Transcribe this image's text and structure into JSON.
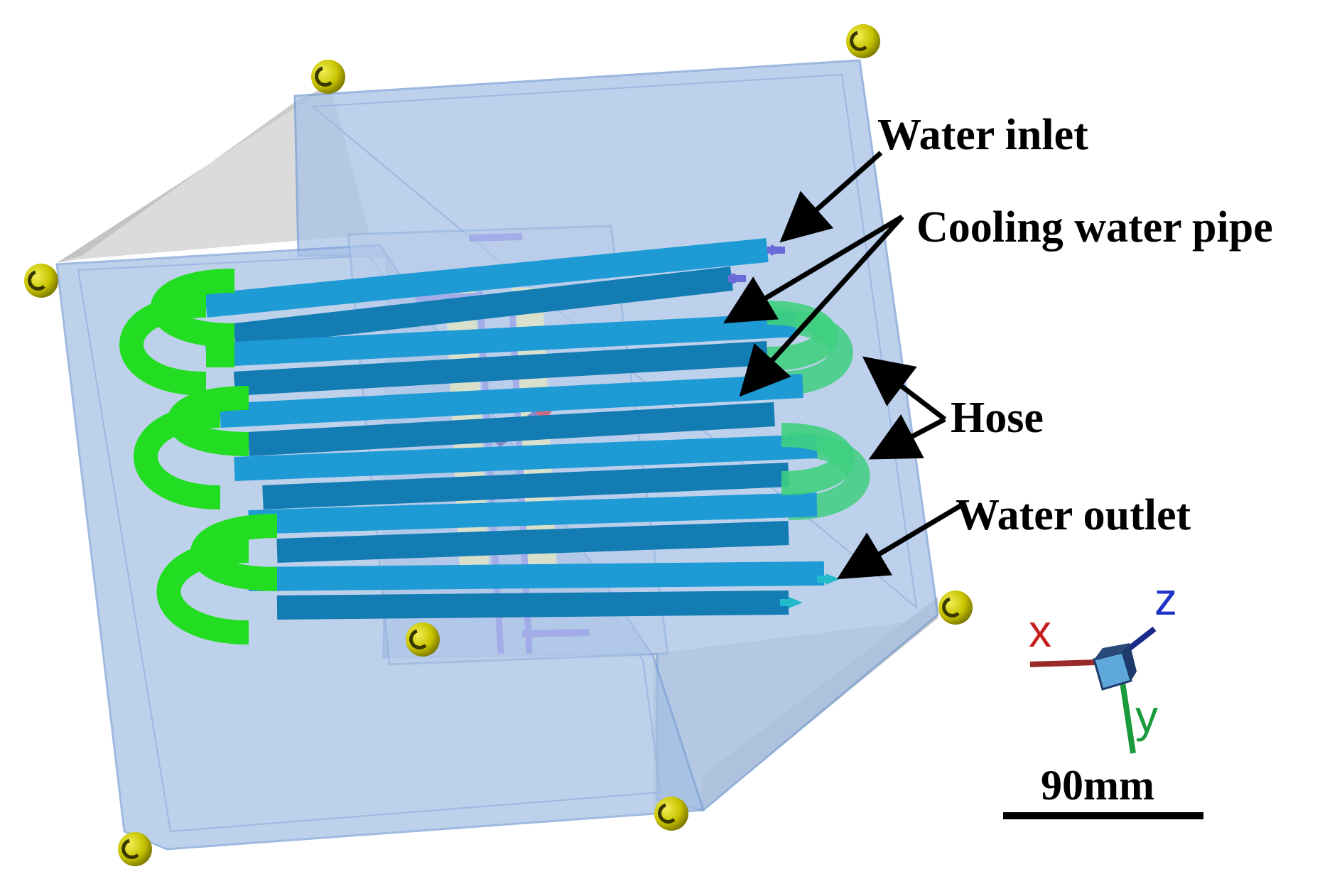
{
  "labels": {
    "water_inlet": "Water inlet",
    "cooling_water_pipe": "Cooling water pipe",
    "hose": "Hose",
    "water_outlet": "Water outlet"
  },
  "triad": {
    "x_label": "x",
    "y_label": "y",
    "z_label": "z",
    "x_color": "#c81e1e",
    "y_color": "#1a9a3a",
    "z_color": "#1e32c8"
  },
  "scale_bar": {
    "label": "90mm"
  },
  "colors": {
    "pipe": "#1e9ad4",
    "pipe_dark": "#137cb3",
    "hose_front": "#22dd22",
    "hose_back": "#3fcf80",
    "box_fill": "#a8c2e6",
    "box_edge": "#7aa0d6",
    "shadow": "#b9b9b9",
    "marker": "#c8c400"
  }
}
